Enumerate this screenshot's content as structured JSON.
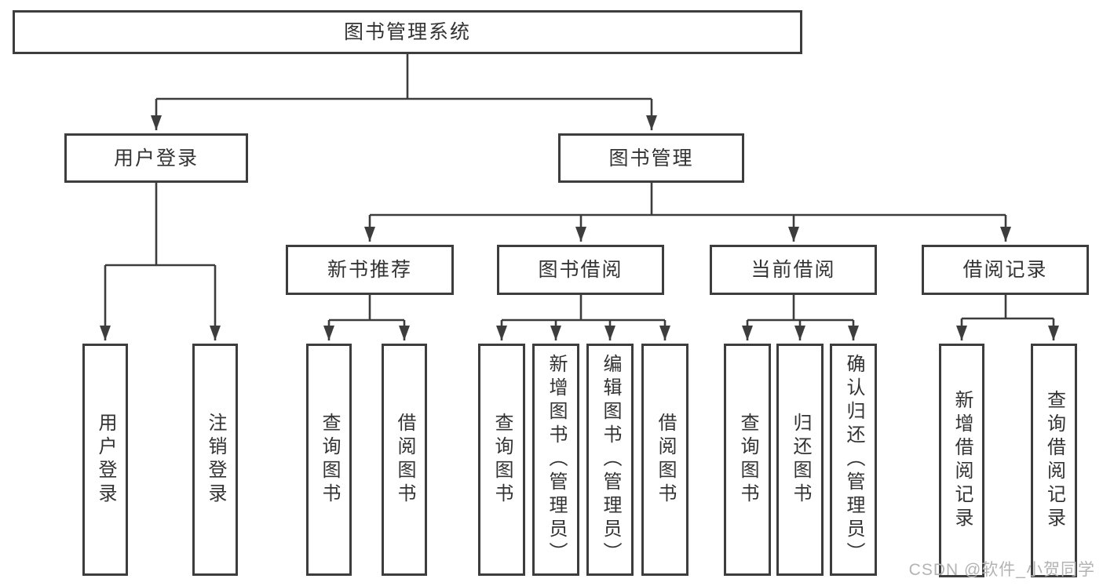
{
  "tree": {
    "label": "图书管理系统",
    "children": [
      {
        "label": "用户登录",
        "children": [
          {
            "label": "用户登录"
          },
          {
            "label": "注销登录"
          }
        ]
      },
      {
        "label": "图书管理",
        "children": [
          {
            "label": "新书推荐",
            "children": [
              {
                "label": "查询图书"
              },
              {
                "label": "借阅图书"
              }
            ]
          },
          {
            "label": "图书借阅",
            "children": [
              {
                "label": "查询图书"
              },
              {
                "label": "新增图书（管理员）"
              },
              {
                "label": "编辑图书（管理员）"
              },
              {
                "label": "借阅图书"
              }
            ]
          },
          {
            "label": "当前借阅",
            "children": [
              {
                "label": "查询图书"
              },
              {
                "label": "归还图书"
              },
              {
                "label": "确认归还（管理员）"
              }
            ]
          },
          {
            "label": "借阅记录",
            "children": [
              {
                "label": "新增借阅记录"
              },
              {
                "label": "查询借阅记录"
              }
            ]
          }
        ]
      }
    ]
  },
  "watermark": {
    "text": "CSDN @软件_小贺同学"
  },
  "colors": {
    "line": "#3d3d3d",
    "box_border": "#3d3d3d",
    "text": "#333333",
    "background": "#ffffff",
    "watermark": "#b3b3b3"
  }
}
